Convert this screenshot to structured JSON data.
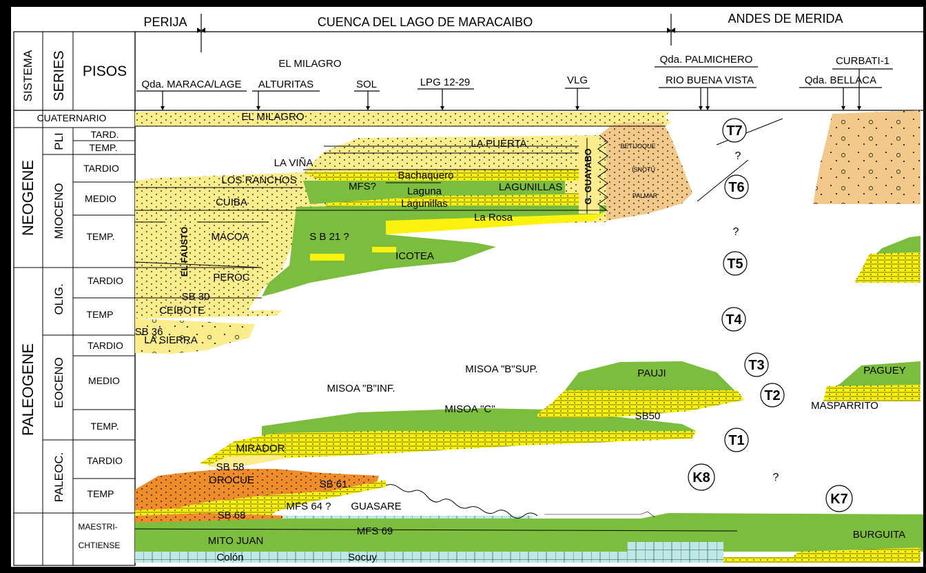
{
  "top": {
    "perija": "PERIJA",
    "cuenca": "CUENCA DEL LAGO DE MARACAIBO",
    "andes": "ANDES DE MERIDA"
  },
  "col_headers": {
    "sistema": "SISTEMA",
    "series": "SERIES",
    "pisos": "PISOS"
  },
  "sections": {
    "el_milagro_top": "EL MILAGRO",
    "maraca": "Qda. MARACA/LAGE",
    "alturitas": "ALTURITAS",
    "sol": "SOL",
    "lpg": "LPG 12-29",
    "vlg": "VLG",
    "palmichero": "Qda. PALMICHERO",
    "buena_vista": "RIO BUENA VISTA",
    "curbati": "CURBATI-1",
    "bellaca": "Qda. BELLACA"
  },
  "sistema": {
    "cuaternario": "CUATERNARIO",
    "neogene": "NEOGENE",
    "paleogene": "PALEOGENE"
  },
  "series": {
    "pli": "PLI",
    "mioceno": "MIOCENO",
    "olig": "OLIG.",
    "eoceno": "EOCENO",
    "paleoc": "PALEOC."
  },
  "pisos": {
    "p1": "TARD.",
    "p2": "TEMP.",
    "p3": "TARDIO",
    "p4": "MEDIO",
    "p5": "TEMP.",
    "p6": "TARDIO",
    "p7": "TEMP",
    "p8": "TARDIO",
    "p9": "MEDIO",
    "p10": "TEMP.",
    "p11": "TARDIO",
    "p12": "TEMP",
    "p13a": "MAESTRI-",
    "p13b": "CHTIENSE"
  },
  "formations": {
    "el_milagro": "EL MILAGRO",
    "la_puerta": "LA PUERTA",
    "la_vina": "LA VIÑA",
    "los_ranchos": "LOS RANCHOS",
    "mfs": "MFS?",
    "bachaquero": "Bachaquero",
    "laguna": "Laguna",
    "lagunillas_upper": "LAGUNILLAS",
    "lagunillas": "Lagunillas",
    "cuiba": "CUIBA",
    "la_rosa": "La Rosa",
    "macoa": "MACOA",
    "sb21": "S B 21 ?",
    "icotea": "ICOTEA",
    "el_fausto": "EL FAUSTO",
    "peroc": "PEROC",
    "sb30": "SB 30",
    "ceibote": "CEIBOTE",
    "sb36": "SB 36",
    "la_sierra": "LA SIERRA",
    "g_guayabo": "G. GUAYABO",
    "betijoque": "BETIJOQUE",
    "isnotu": "ISNOTU",
    "palmar": "PALMAR",
    "misoa_b_sup": "MISOA \"B\"SUP.",
    "pauji": "PAUJI",
    "misoa_b_inf": "MISOA \"B\"INF.",
    "misoa_c": "MISOA \"C\"",
    "sb50": "SB50",
    "mirador": "MIRADOR",
    "sb58": "SB 58",
    "orocue": "OROCUE",
    "sb61": "SB 61",
    "mfs64": "MFS 64 ?",
    "guasare": "GUASARE",
    "sb68": "SB 68",
    "mfs69": "MFS 69",
    "mito_juan": "MITO JUAN",
    "colon": "Colón",
    "socuy": "Socuy",
    "burguita": "BURGUITA",
    "paguey": "PAGUEY",
    "masparrito": "MASPARRITO"
  },
  "sequences": {
    "t7": "T7",
    "t6": "T6",
    "t5": "T5",
    "t4": "T4",
    "t3": "T3",
    "t2": "T2",
    "t1": "T1",
    "k8": "K8",
    "k7": "K7"
  },
  "question": "?",
  "colors": {
    "light_yellow": "#FBEC8E",
    "bright_yellow": "#FBF20F",
    "green": "#7CBD3E",
    "orange": "#EE8B2B",
    "tan": "#F2C98A",
    "cyan": "#BFE7E3"
  }
}
